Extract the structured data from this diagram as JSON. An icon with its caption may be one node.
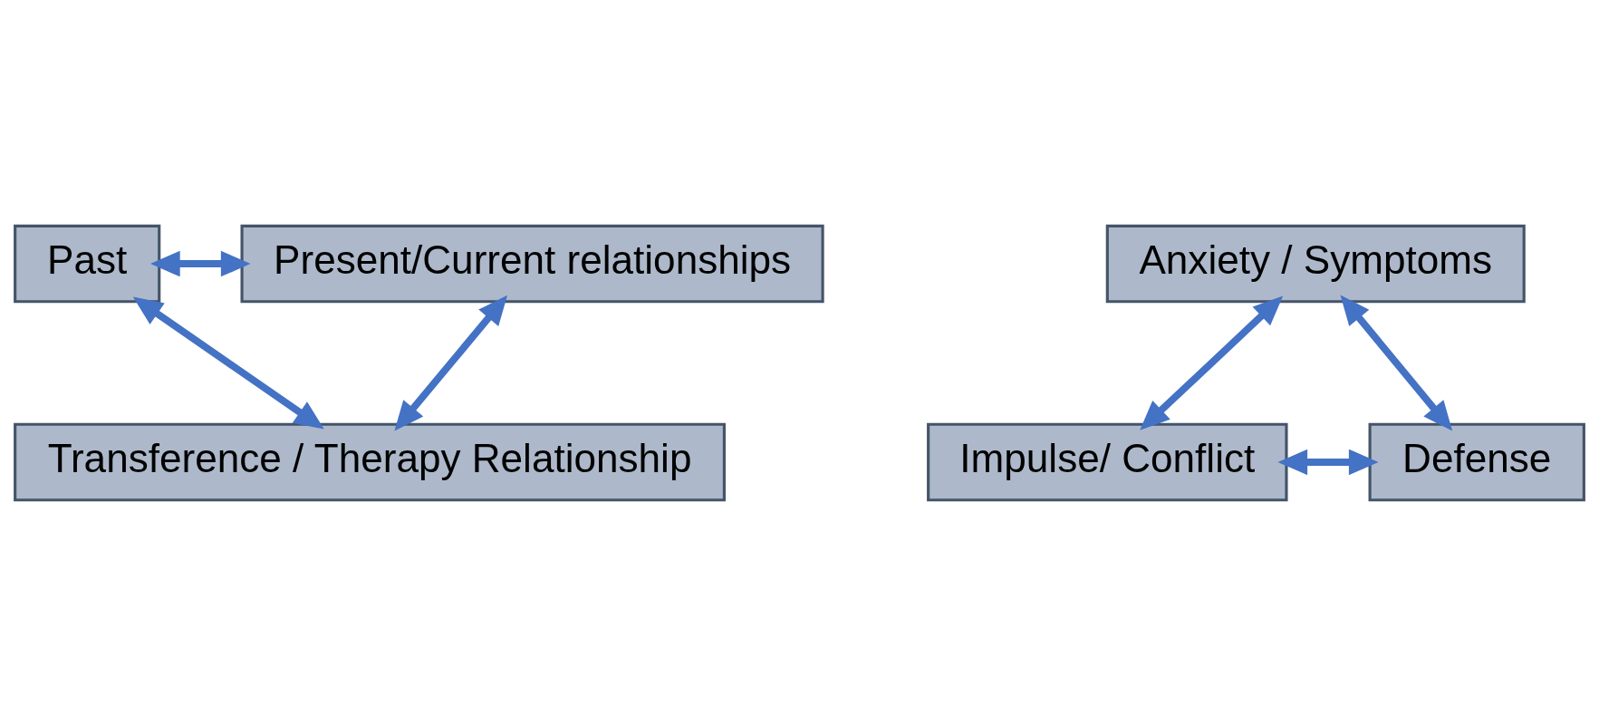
{
  "diagram": {
    "nodes": [
      {
        "text": [
          "Past"
        ]
      },
      {
        "text": [
          "Present/Current relationships"
        ]
      },
      {
        "text": [
          "Anxiety / Symptoms"
        ]
      },
      {
        "text": [
          "Transference / Therapy Relationship"
        ]
      },
      {
        "text": [
          "Impulse/ Conflict"
        ]
      },
      {
        "text": [
          "Defense"
        ]
      }
    ],
    "edges": [
      {
        "from": 0,
        "to": 1,
        "arrow": "both"
      },
      {
        "from": 0,
        "to": 3,
        "arrow": "both"
      },
      {
        "from": 1,
        "to": 3,
        "arrow": "both"
      },
      {
        "from": 2,
        "to": 4,
        "arrow": "both"
      },
      {
        "from": 2,
        "to": 5,
        "arrow": "both"
      },
      {
        "from": 4,
        "to": 5,
        "arrow": "both"
      }
    ]
  }
}
